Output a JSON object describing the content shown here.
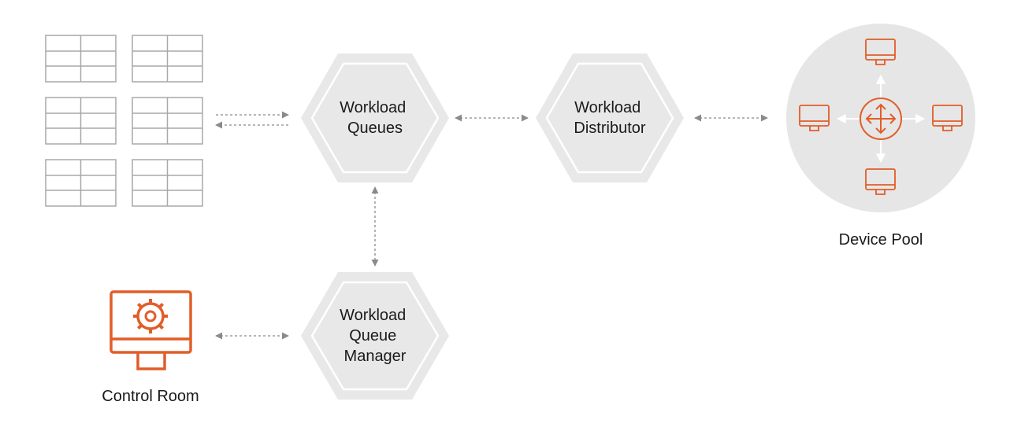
{
  "colors": {
    "accent": "#e25d28",
    "hex_fill": "#e8e8e8",
    "hex_border": "#ffffff",
    "circle_fill": "#e6e6e6",
    "grid_stroke": "#a8a8a8",
    "connector": "#8a8a8a",
    "text": "#1a1a1a"
  },
  "nodes": {
    "workload_queues": {
      "line1": "Workload",
      "line2": "Queues"
    },
    "workload_distributor": {
      "line1": "Workload",
      "line2": "Distributor"
    },
    "workload_queue_manager": {
      "line1": "Workload",
      "line2": "Queue",
      "line3": "Manager"
    }
  },
  "device_pool": {
    "label": "Device Pool",
    "icons": [
      "monitor-icon",
      "monitor-icon",
      "monitor-icon",
      "monitor-icon"
    ],
    "hub_icon": "move-arrows-icon"
  },
  "control_room": {
    "label": "Control Room",
    "icon": "monitor-gear-icon"
  },
  "queue_tables": {
    "icon": "table-grid-icon",
    "count": 6
  }
}
